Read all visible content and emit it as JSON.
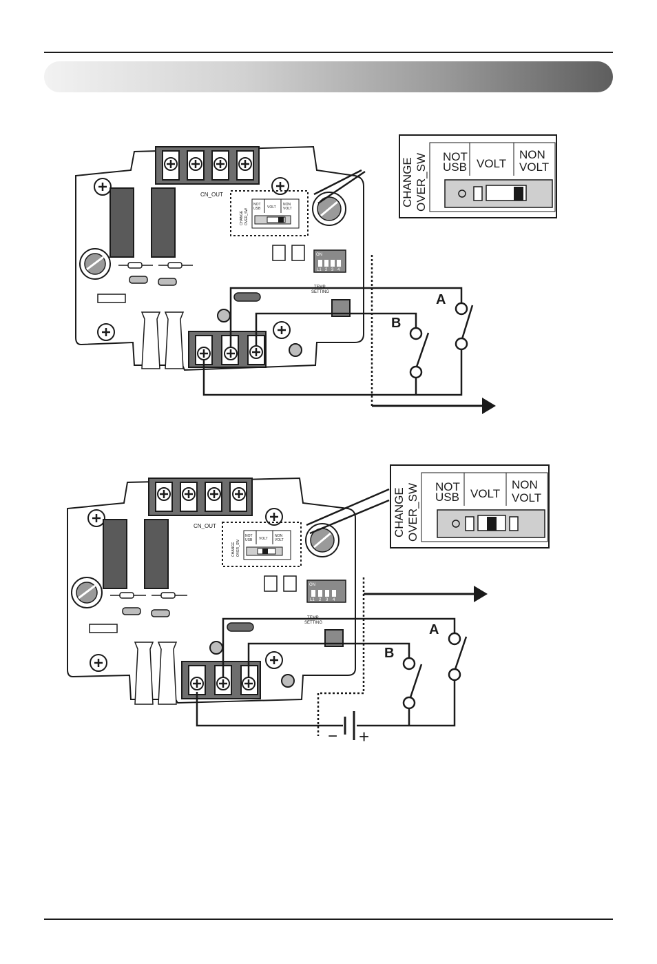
{
  "switch_labels": {
    "change_over": [
      "CHANGE",
      "OVER_SW"
    ],
    "not_usb": [
      "NOT",
      "USB"
    ],
    "volt": "VOLT",
    "non_volt": [
      "NON",
      "VOLT"
    ]
  },
  "board_labels": {
    "cn_out": "CN_OUT",
    "temp_setting": [
      "TEMP",
      "SETTING"
    ],
    "dip_on": "ON",
    "dip_numbers": [
      "L1",
      "2",
      "3",
      "4"
    ]
  },
  "contacts": {
    "a": "A",
    "b": "B"
  },
  "battery": {
    "minus": "−",
    "plus": "+"
  },
  "diagrams": [
    {
      "id": "non-volt-wiring",
      "switch_position": "NON VOLT"
    },
    {
      "id": "volt-wiring",
      "switch_position": "VOLT"
    }
  ],
  "colors": {
    "ink": "#1a1a1a",
    "block": "#6e6e6e",
    "relay": "#5a5a5a",
    "switch_body": "#cfcfcf"
  }
}
